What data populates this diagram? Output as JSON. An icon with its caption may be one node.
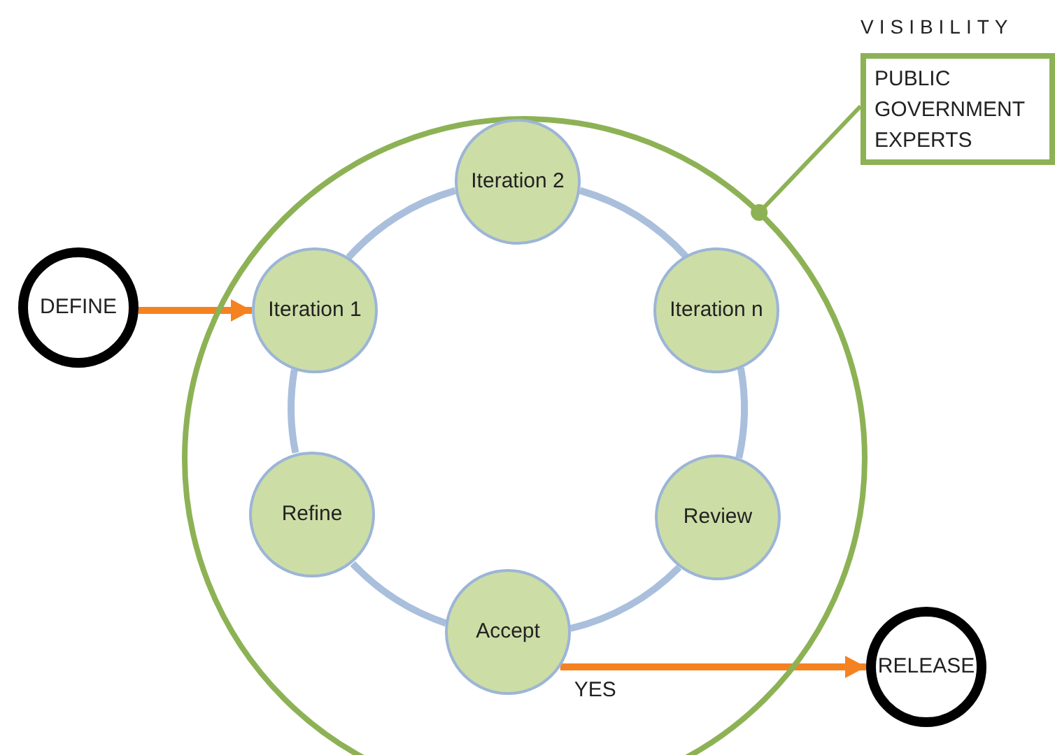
{
  "diagram": {
    "nodes": [
      {
        "text": [
          "VISIBILITY",
          "PUBLIC GOVERNMENT EXPERTS"
        ]
      },
      {
        "text": [],
        "shape": "circle"
      },
      {
        "text": [
          "Iteration 2"
        ],
        "in": 1
      },
      {
        "text": [
          "Iteration 1"
        ],
        "in": 1
      },
      {
        "text": [
          "Iteration n"
        ],
        "in": 1
      },
      {
        "text": [
          "Refine"
        ],
        "in": 1
      },
      {
        "text": [
          "Review"
        ],
        "in": 1
      },
      {
        "text": [
          "Accept"
        ],
        "in": 1
      },
      {
        "text": [
          "DEFINE"
        ]
      },
      {
        "text": [
          "RELEASE"
        ]
      }
    ],
    "edges": [
      {
        "from": 8,
        "to": 3,
        "arrow": "to",
        "color": "#f58220"
      },
      {
        "from": 3,
        "to": 2,
        "arrow": "none",
        "color": "#a9bfdc"
      },
      {
        "from": 2,
        "to": 4,
        "arrow": "none",
        "color": "#a9bfdc"
      },
      {
        "from": 4,
        "to": 6,
        "arrow": "none",
        "color": "#a9bfdc"
      },
      {
        "from": 6,
        "to": 7,
        "arrow": "none",
        "color": "#a9bfdc"
      },
      {
        "from": 7,
        "to": 5,
        "arrow": "none",
        "color": "#a9bfdc"
      },
      {
        "from": 5,
        "to": 3,
        "arrow": "none",
        "color": "#a9bfdc"
      },
      {
        "from": 7,
        "to": 9,
        "arrow": "to",
        "label": "YES",
        "color": "#f58220"
      },
      {
        "from": 0,
        "to": 1,
        "arrow": "other",
        "color": "#8db255"
      }
    ]
  }
}
